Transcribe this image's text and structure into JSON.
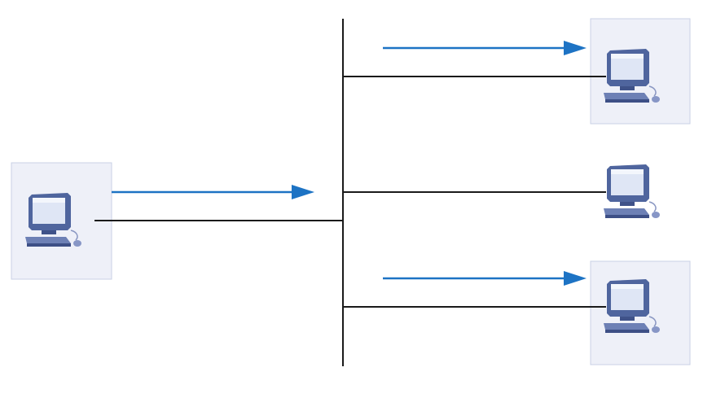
{
  "colors": {
    "arrow": "#1d73c4",
    "wire": "#1a1a1a",
    "highlight_fill": "#eef0f8",
    "highlight_border": "#c9d0e6",
    "computer_body": "#5a6fa6",
    "computer_screen": "#dfe6f5"
  },
  "nodes": [
    {
      "id": "sender",
      "icon": "computer-icon",
      "highlighted": true
    },
    {
      "id": "receiver-top",
      "icon": "computer-icon",
      "highlighted": true
    },
    {
      "id": "receiver-middle",
      "icon": "computer-icon",
      "highlighted": false
    },
    {
      "id": "receiver-bottom",
      "icon": "computer-icon",
      "highlighted": true
    }
  ],
  "flows": [
    {
      "from": "sender",
      "to": "bus"
    },
    {
      "from": "bus",
      "to": "receiver-top"
    },
    {
      "from": "bus",
      "to": "receiver-bottom"
    }
  ]
}
